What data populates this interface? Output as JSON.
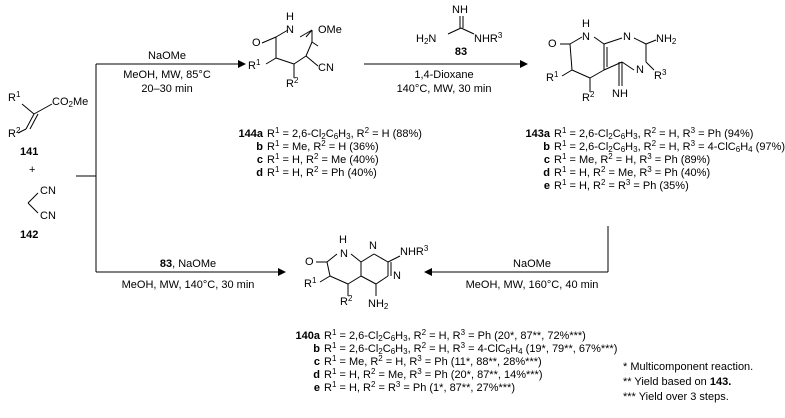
{
  "atoms": {
    "O": "O",
    "N": "N",
    "H": "H",
    "OMe": "OMe",
    "CN": "CN",
    "NH": "NH",
    "NH2": "NH",
    "NHR3": "NHR",
    "R1": "R",
    "R2": "R",
    "R3": "R",
    "two": "2",
    "one": "1",
    "three": "3",
    "CO2Me": "CO",
    "Me": "Me"
  },
  "compound_141": {
    "label": "141",
    "substituent_top": "R",
    "ester": "CO",
    "ester_sub": "2",
    "ester_tail": "Me",
    "substituent_bottom": "R"
  },
  "compound_142": {
    "label": "142",
    "plus": "+",
    "cn_top": "CN",
    "cn_bottom": "CN"
  },
  "reagent_83": {
    "label": "83"
  },
  "arrows": {
    "top_left": {
      "above": "NaOMe",
      "below_1": "MeOH, MW, 85°C",
      "below_2": "20–30 min"
    },
    "top_right": {
      "above_label": "83",
      "below_1": "1,4-Dioxane",
      "below_2": "140°C, MW, 30 min"
    },
    "bottom_left": {
      "above_bold": "83",
      "above_rest": ", NaOMe",
      "below": "MeOH, MW, 140°C, 30 min"
    },
    "right_down": {
      "above": "NaOMe",
      "below": "MeOH, MW, 160°C, 40 min"
    }
  },
  "series_144": [
    {
      "id": "144a",
      "text": "R1 = 2,6-Cl2C6H3, R2 = H (88%)"
    },
    {
      "id": "b",
      "text": "R1 = Me, R2 = H (36%)"
    },
    {
      "id": "c",
      "text": "R1 = H, R2 = Me (40%)"
    },
    {
      "id": "d",
      "text": "R1 = H, R2 = Ph (40%)"
    }
  ],
  "series_143": [
    {
      "id": "143a",
      "text": "R1 = 2,6-Cl2C6H3, R2 = H, R3 = Ph (94%)"
    },
    {
      "id": "b",
      "text": "R1 = 2,6-Cl2C6H3, R2 = H, R3 = 4-ClC6H4 (97%)"
    },
    {
      "id": "c",
      "text": "R1 = Me, R2 = H, R3 = Ph (89%)"
    },
    {
      "id": "d",
      "text": "R1 = H, R2 = Me, R3 = Ph (40%)"
    },
    {
      "id": "e",
      "text": "R1 = H, R2 = R3 = Ph (35%)"
    }
  ],
  "series_140": [
    {
      "id": "140a",
      "text": "R1 = 2,6-Cl2C6H3, R2 = H, R3 = Ph (20*, 87**, 72%***)"
    },
    {
      "id": "b",
      "text": "R1 = 2,6-Cl2C6H3, R2 = H, R3 = 4-ClC6H4 (19*, 79**, 67%***)"
    },
    {
      "id": "c",
      "text": "R1 = Me, R2 = H, R3 = Ph (11*, 88**, 28%***)"
    },
    {
      "id": "d",
      "text": "R1 = H, R2 = Me, R3 = Ph (20*, 87**, 14%***)"
    },
    {
      "id": "e",
      "text": "R1 = H, R2 = R3 = Ph (1*, 87**, 27%***)"
    }
  ],
  "footnotes": {
    "f1": "* Multicomponent reaction.",
    "f2_pre": "** Yield based on ",
    "f2_ref": "143.",
    "f3": "*** Yield over 3 steps."
  }
}
